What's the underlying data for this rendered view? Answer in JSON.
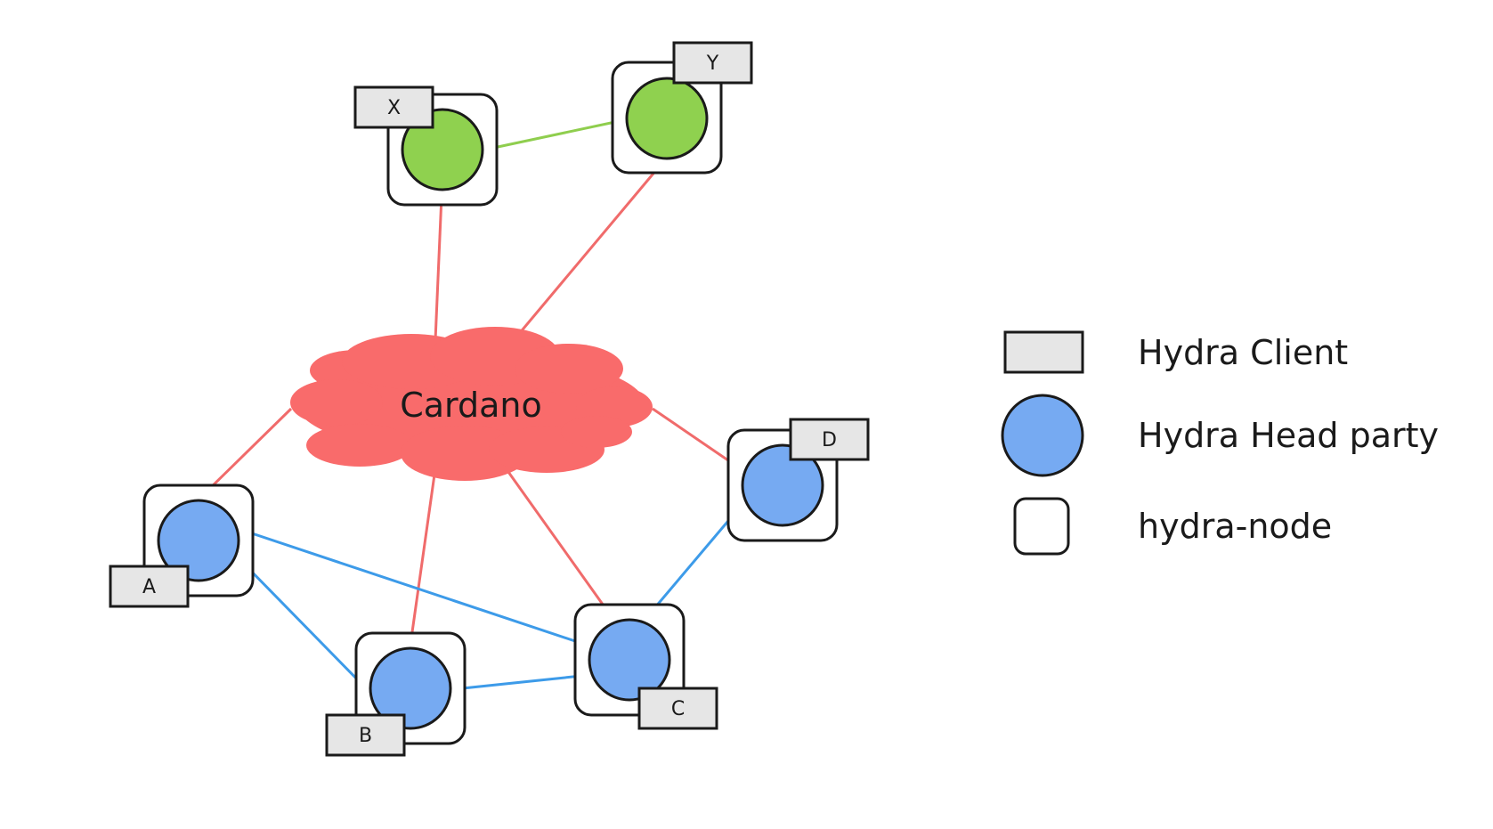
{
  "colors": {
    "cardano_link": "#f06b6b",
    "head_link": "#3d9be9",
    "offhead_link": "#8fce4e",
    "head_party": "#76aaf2",
    "other_party": "#8fd14f",
    "cloud": "#f96b6b",
    "client": "#e6e6e6",
    "outline": "#1a1a1a"
  },
  "cloud": {
    "label": "Cardano"
  },
  "nodes": [
    {
      "id": "X",
      "client": "X",
      "party_color": "other"
    },
    {
      "id": "Y",
      "client": "Y",
      "party_color": "other"
    },
    {
      "id": "A",
      "client": "A",
      "party_color": "head"
    },
    {
      "id": "B",
      "client": "B",
      "party_color": "head"
    },
    {
      "id": "C",
      "client": "C",
      "party_color": "head"
    },
    {
      "id": "D",
      "client": "D",
      "party_color": "head"
    }
  ],
  "legend": {
    "client_label": "Hydra Client",
    "party_label": "Hydra Head party",
    "node_label": "hydra-node"
  },
  "icons": {
    "client": "client-rect-icon",
    "party": "party-circle-icon",
    "node": "node-rounded-square-icon",
    "cloud": "cardano-cloud-icon"
  }
}
